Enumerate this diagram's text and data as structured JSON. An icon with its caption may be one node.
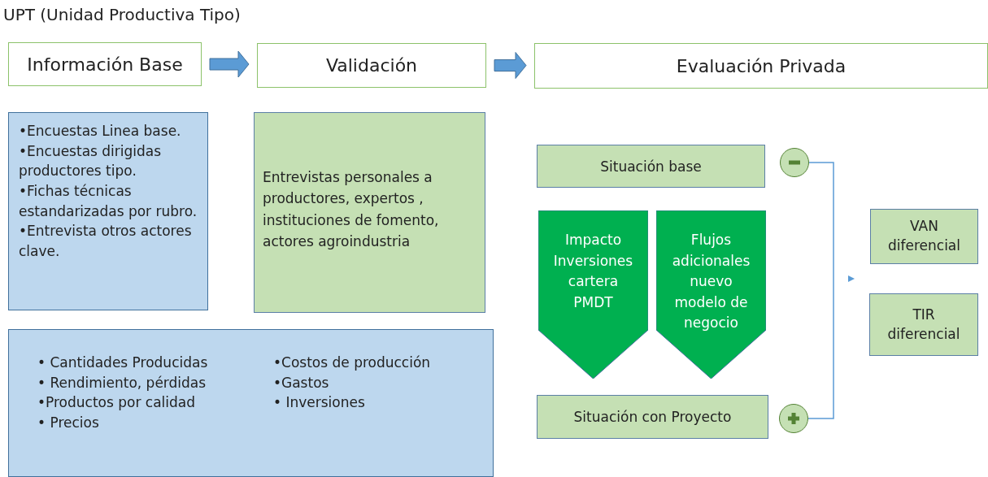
{
  "diagram": {
    "title": "UPT (Unidad Productiva Tipo)",
    "nodes": [
      {
        "text": [
          "Información Base"
        ]
      },
      {
        "text": [
          "Validación"
        ]
      },
      {
        "text": [
          "Evaluación Privada"
        ]
      },
      {
        "text": [
          "•Encuestas Linea base.",
          "•Encuestas dirigidas productores tipo.",
          "•Fichas técnicas estandarizadas por rubro.",
          "•Entrevista otros actores clave."
        ]
      },
      {
        "text": [
          "Entrevistas personales a productores, expertos , instituciones de fomento, actores agroindustria"
        ]
      },
      {
        "text": [
          "• Cantidades Producidas",
          "• Rendimiento, pérdidas",
          "•Productos por calidad",
          "• Precios",
          "•Costos de producción",
          "•Gastos",
          "• Inversiones"
        ]
      },
      {
        "text": [
          "Situación base"
        ]
      },
      {
        "text": [],
        "shape": "circle"
      },
      {
        "text": [
          "Impacto Inversiones cartera PMDT"
        ]
      },
      {
        "text": [
          "Flujos adicionales nuevo modelo de negocio"
        ]
      },
      {
        "text": [
          "Situación  con Proyecto"
        ]
      },
      {
        "text": [],
        "shape": "circle"
      },
      {
        "text": [
          "VAN diferencial"
        ]
      },
      {
        "text": [
          "TIR diferencial"
        ]
      }
    ],
    "edges": [
      {
        "from": 0,
        "to": 1,
        "arrow": "to",
        "style": "thick"
      },
      {
        "from": 1,
        "to": 2,
        "arrow": "to",
        "style": "thick"
      },
      {
        "from": 7,
        "to": 11,
        "arrow": "none"
      }
    ]
  }
}
